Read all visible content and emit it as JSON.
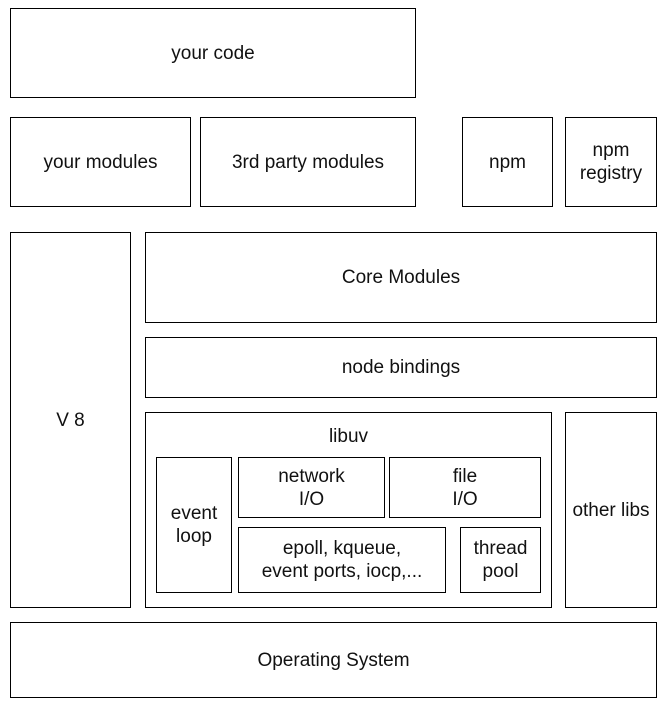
{
  "diagram": {
    "your_code": "your code",
    "your_modules": "your modules",
    "third_party_modules": "3rd party modules",
    "npm": "npm",
    "npm_registry": "npm\nregistry",
    "v8": "V 8",
    "core_modules": "Core Modules",
    "node_bindings": "node bindings",
    "libuv": {
      "title": "libuv",
      "event_loop": "event\nloop",
      "network_io": "network\nI/O",
      "file_io": "file\nI/O",
      "epoll": "epoll, kqueue,\nevent ports, iocp,...",
      "thread_pool": "thread\npool"
    },
    "other_libs": "other libs",
    "operating_system": "Operating System"
  }
}
